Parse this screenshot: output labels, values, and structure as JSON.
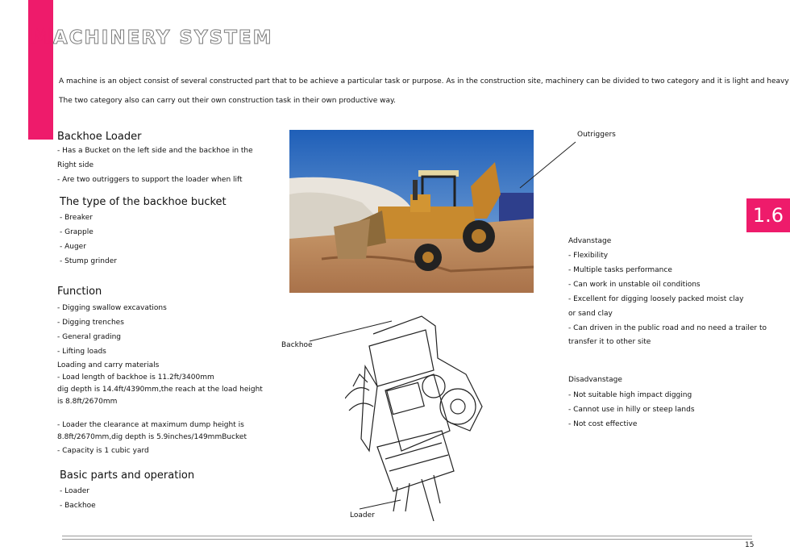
{
  "header": {
    "title_first": "M",
    "title_rest": "ACHINERY SYSTEM",
    "section_number": "1.6"
  },
  "intro": {
    "line1": "A machine is an object consist of several constructed part that to be achieve a particular task or purpose. As in the construction site, machinery can be divided to two category and it is light and heavy duty",
    "line2": "The two category also can carry out their own construction task in their own productive way."
  },
  "backhoe_loader": {
    "heading": "Backhoe Loader",
    "lines": [
      "- Has a Bucket on the left side and the backhoe in the",
      "   Right side",
      "- Are two outriggers  to support the loader when lift"
    ]
  },
  "bucket_types": {
    "heading": "The type of the backhoe bucket",
    "items": [
      "- Breaker",
      "- Grapple",
      "- Auger",
      "- Stump grinder"
    ]
  },
  "function": {
    "heading": "Function",
    "lines": [
      "- Digging swallow excavations",
      "- Digging trenches",
      "- General grading",
      "- Lifting loads",
      "Loading and carry materials",
      "- Load length of backhoe is 11.2ft/3400mm",
      " dig depth is 14.4ft/4390mm,the reach  at the load height",
      "is 8.8ft/2670mm",
      "",
      "- Loader the clearance at maximum dump height is",
      "8.8ft/2670mm,dig depth is 5.9inches/149mmBucket",
      "- Capacity is 1 cubic yard"
    ]
  },
  "basic_parts": {
    "heading": "Basic parts and operation",
    "items": [
      "-  Loader",
      "- Backhoe"
    ]
  },
  "advantage": {
    "heading": "Advanstage",
    "lines": [
      "- Flexibility",
      "- Multiple tasks performance",
      "- Can work in unstable oil conditions",
      "-  Excellent for  digging loosely packed moist  clay",
      "  or sand clay",
      "- Can driven in the public road and no need a trailer to",
      "   transfer it to other site"
    ]
  },
  "disadvantage": {
    "heading": "Disadvanstage",
    "lines": [
      "- Not suitable high impact digging",
      "- Cannot use in hilly or steep lands",
      "- Not cost effective"
    ]
  },
  "labels": {
    "outriggers": "Outriggers",
    "backhoe": "Backhoe",
    "loader": "Loader"
  },
  "footer": {
    "page_number": "15"
  },
  "colors": {
    "accent": "#ee1b6b",
    "title_outline": "#7a7a7a",
    "rule": "#9a9a9a"
  },
  "images": {
    "photo": "backhoe loader on construction site photograph",
    "sketch": "backhoe loader line drawing"
  }
}
